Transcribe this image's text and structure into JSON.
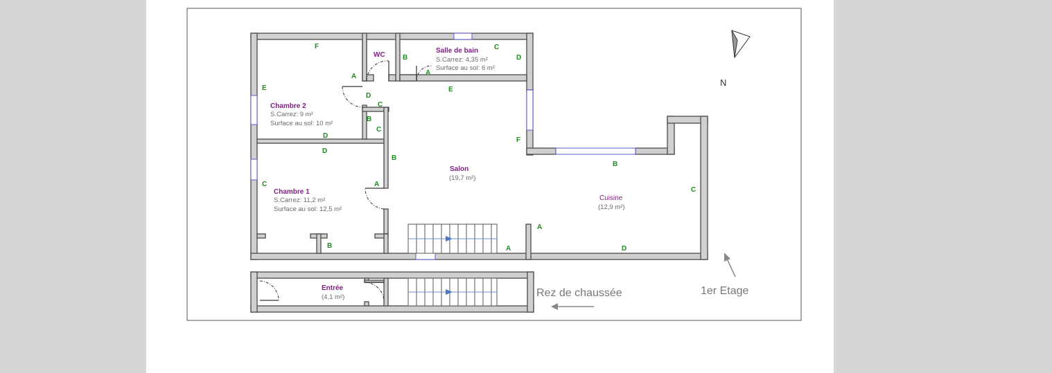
{
  "rooms": {
    "chambre2": {
      "name": "Chambre 2",
      "carrez": "S.Carrez: 9 m²",
      "sol": "Surface au sol: 10 m²"
    },
    "chambre1": {
      "name": "Chambre 1",
      "carrez": "S.Carrez: 11,2 m²",
      "sol": "Surface au sol: 12,5 m²"
    },
    "wc": {
      "name": "WC"
    },
    "sdb": {
      "name": "Salle de bain",
      "carrez": "S.Carrez: 4,35 m²",
      "sol": "Surface au sol: 6 m²"
    },
    "salon": {
      "name": "Salon",
      "area": "(19,7 m²)"
    },
    "cuisine": {
      "name": "Cuisine",
      "area": "(12,9 m²)"
    },
    "entree": {
      "name": "Entrée",
      "area": "(4,1 m²)"
    }
  },
  "wall_labels": {
    "ch2_f": "F",
    "ch2_a": "A",
    "ch2_e": "E",
    "ch2_d1": "D",
    "ch2_c1": "C",
    "ch2_b": "B",
    "ch2_c2": "C",
    "ch2_d2": "D",
    "ch1_d": "D",
    "ch1_a": "A",
    "ch1_c": "C",
    "ch1_b": "B",
    "wc_b": "B",
    "sdb_c": "C",
    "sdb_d": "D",
    "sdb_a": "A",
    "sdb_e": "E",
    "salon_b": "B",
    "salon_f": "F",
    "salon_a1": "A",
    "salon_a2": "A",
    "cuisine_b": "B",
    "cuisine_c": "C",
    "cuisine_d": "D"
  },
  "labels": {
    "north": "N",
    "ground_floor": "Rez de chaussée",
    "first_floor": "1er Etage"
  },
  "icons": [
    "north-arrow-icon",
    "arrow-left-icon",
    "arrow-up-icon"
  ]
}
